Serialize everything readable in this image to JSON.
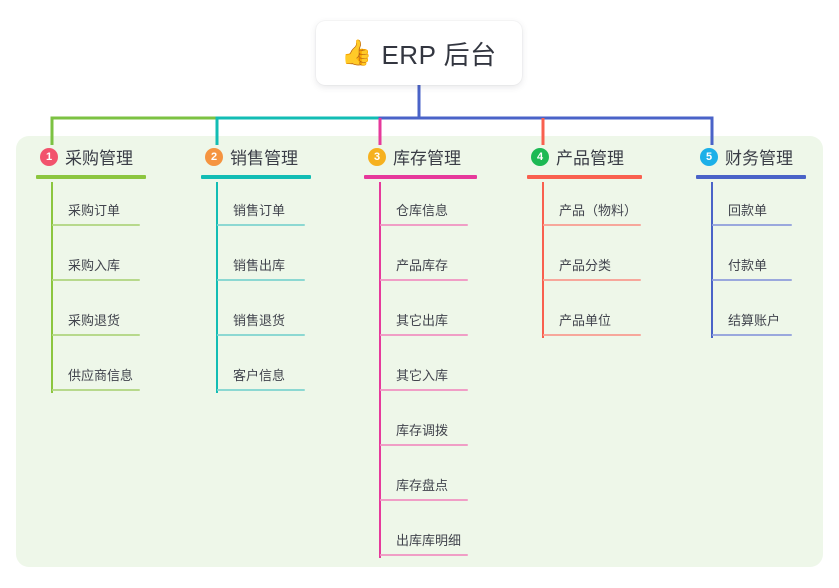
{
  "root": {
    "icon": "thumbs-up-icon",
    "emoji": "👍",
    "title": "ERP 后台"
  },
  "panel": {
    "background": "#eef7e9"
  },
  "branches": [
    {
      "number": "1",
      "title": "采购管理",
      "badge_color": "#f2536d",
      "rule_color": "#8cc63f",
      "connector_color": "#7cc242",
      "leaf_rule_color": "#b7d98c",
      "items": [
        {
          "label": "采购订单"
        },
        {
          "label": "采购入库"
        },
        {
          "label": "采购退货"
        },
        {
          "label": "供应商信息"
        }
      ]
    },
    {
      "number": "2",
      "title": "销售管理",
      "badge_color": "#f59440",
      "rule_color": "#12bdb4",
      "connector_color": "#12bdb4",
      "leaf_rule_color": "#8cd8d2",
      "items": [
        {
          "label": "销售订单"
        },
        {
          "label": "销售出库"
        },
        {
          "label": "销售退货"
        },
        {
          "label": "客户信息"
        }
      ]
    },
    {
      "number": "3",
      "title": "库存管理",
      "badge_color": "#f6b11f",
      "rule_color": "#e6399b",
      "connector_color": "#e6399b",
      "leaf_rule_color": "#f09ec6",
      "items": [
        {
          "label": "仓库信息"
        },
        {
          "label": "产品库存"
        },
        {
          "label": "其它出库"
        },
        {
          "label": "其它入库"
        },
        {
          "label": "库存调拨"
        },
        {
          "label": "库存盘点"
        },
        {
          "label": "出库库明细"
        }
      ]
    },
    {
      "number": "4",
      "title": "产品管理",
      "badge_color": "#1db954",
      "rule_color": "#f9604f",
      "connector_color": "#f9604f",
      "leaf_rule_color": "#f7a79b",
      "items": [
        {
          "label": "产品（物料）"
        },
        {
          "label": "产品分类"
        },
        {
          "label": "产品单位"
        }
      ]
    },
    {
      "number": "5",
      "title": "财务管理",
      "badge_color": "#1cb0e8",
      "rule_color": "#4a63c8",
      "connector_color": "#4a63c8",
      "leaf_rule_color": "#9aa8dd",
      "items": [
        {
          "label": "回款单"
        },
        {
          "label": "付款单"
        },
        {
          "label": "结算账户"
        }
      ]
    }
  ]
}
